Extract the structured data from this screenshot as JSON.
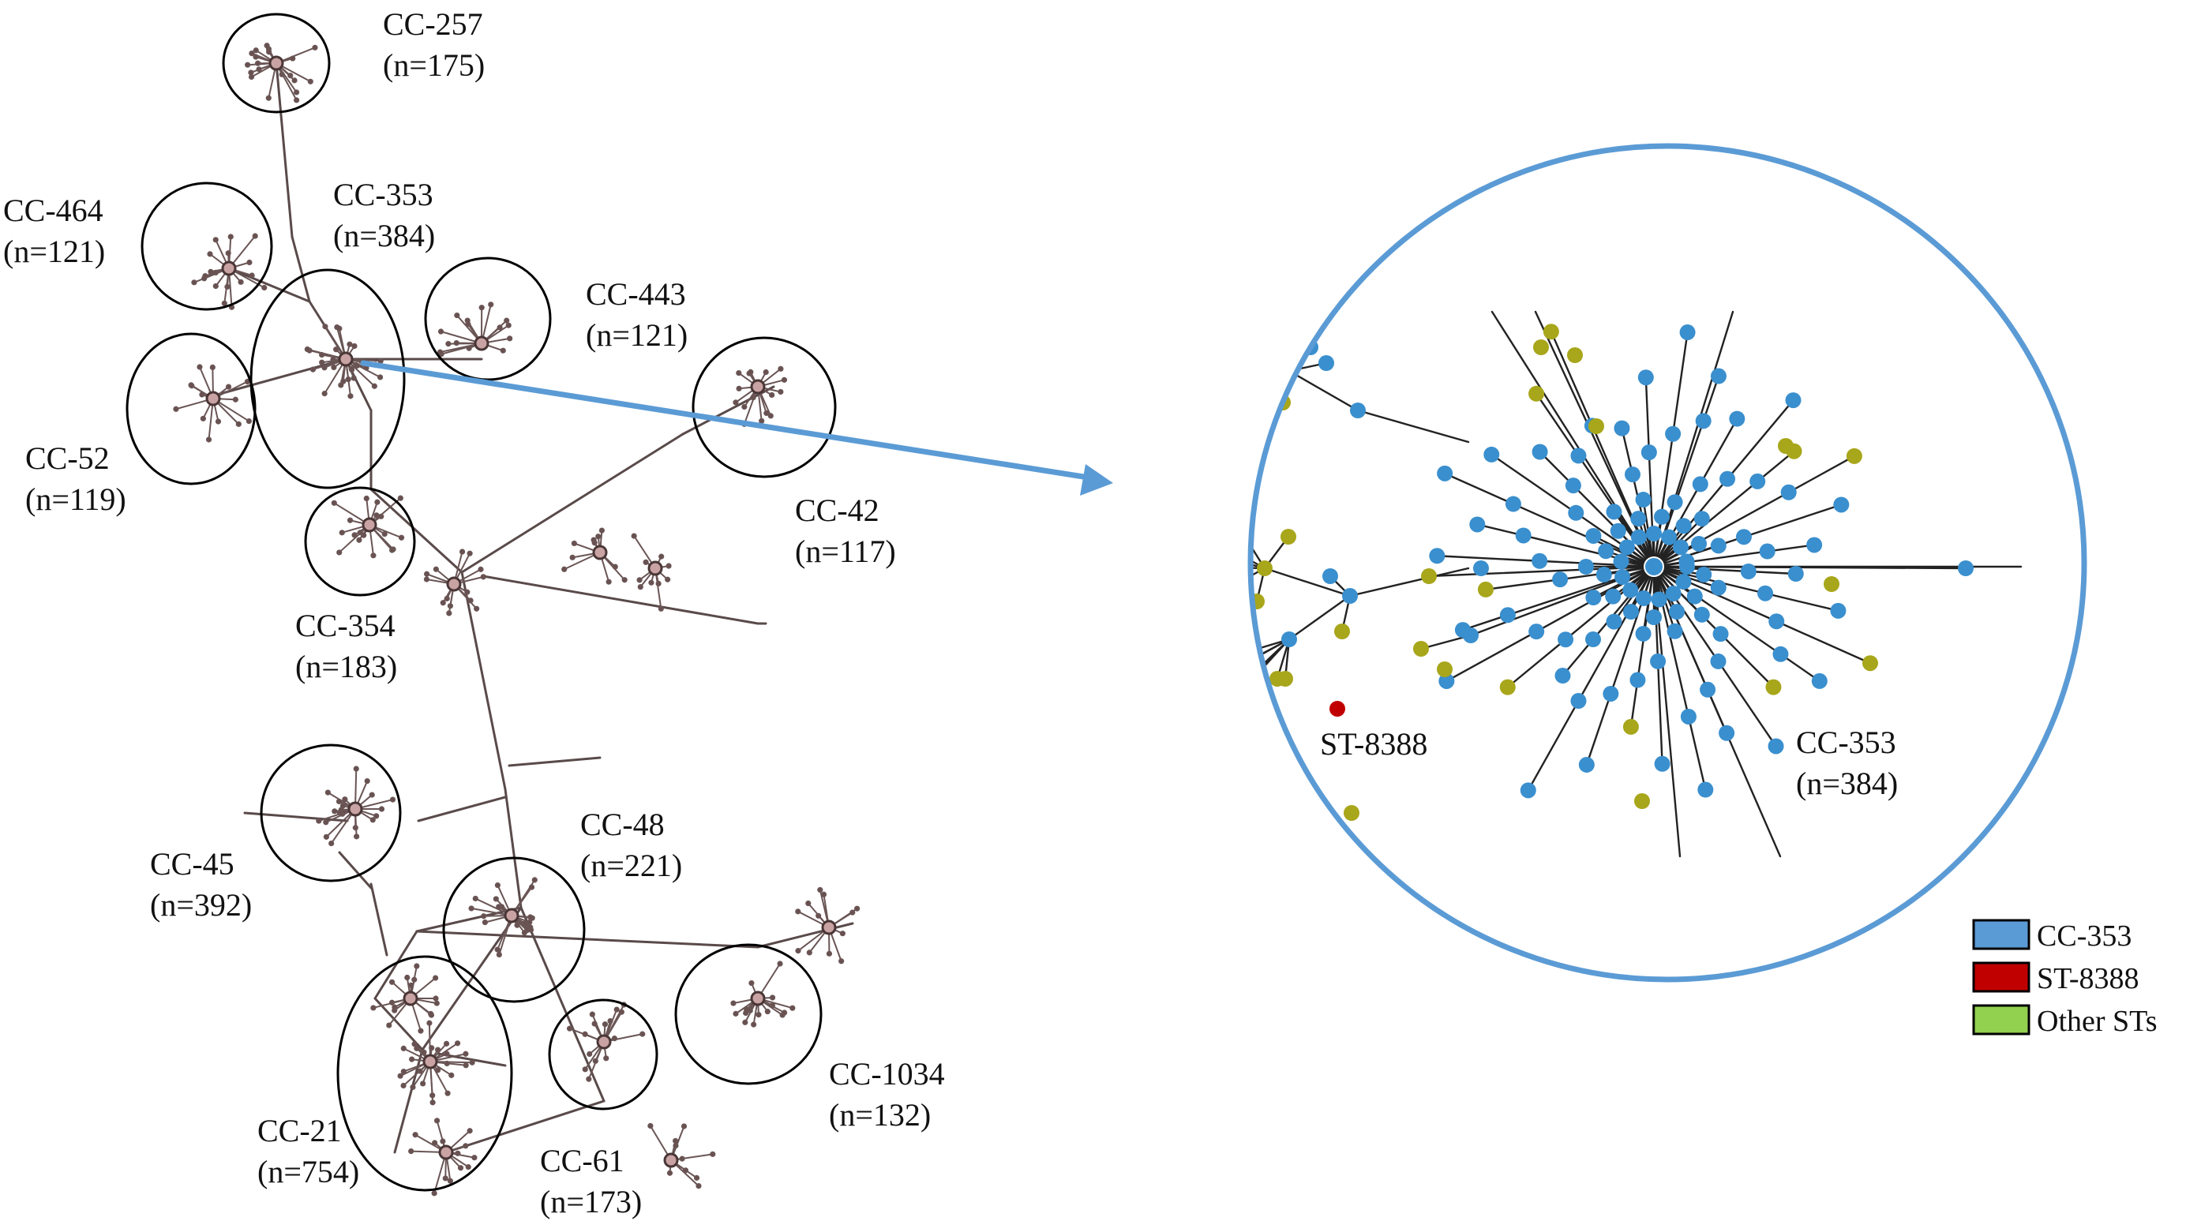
{
  "left_tree": {
    "clusters": [
      {
        "id": "cc257",
        "name": "CC-257",
        "count": "(n=175)"
      },
      {
        "id": "cc464",
        "name": "CC-464",
        "count": "(n=121)"
      },
      {
        "id": "cc353",
        "name": "CC-353",
        "count": "(n=384)"
      },
      {
        "id": "cc443",
        "name": "CC-443",
        "count": "(n=121)"
      },
      {
        "id": "cc52",
        "name": "CC-52",
        "count": "(n=119)"
      },
      {
        "id": "cc42",
        "name": "CC-42",
        "count": "(n=117)"
      },
      {
        "id": "cc354",
        "name": "CC-354",
        "count": "(n=183)"
      },
      {
        "id": "cc45",
        "name": "CC-45",
        "count": "(n=392)"
      },
      {
        "id": "cc48",
        "name": "CC-48",
        "count": "(n=221)"
      },
      {
        "id": "cc21",
        "name": "CC-21",
        "count": "(n=754)"
      },
      {
        "id": "cc61",
        "name": "CC-61",
        "count": "(n=173)"
      },
      {
        "id": "cc1034",
        "name": "CC-1034",
        "count": "(n=132)"
      }
    ]
  },
  "zoom": {
    "st_label": "ST-8388",
    "cc_name": "CC-353",
    "cc_count": "(n=384)"
  },
  "legend": [
    {
      "label": "CC-353",
      "color": "#3a8fce"
    },
    {
      "label": "ST-8388",
      "color": "#c00000"
    },
    {
      "label": "Other STs",
      "color": "#92d050"
    }
  ],
  "colors": {
    "cc353_node": "#3a8fce",
    "other_node": "#a8a61a",
    "st8388_node": "#c00000",
    "tree_line": "#5a4a4a",
    "zoom_circle": "#5b9bd5"
  }
}
